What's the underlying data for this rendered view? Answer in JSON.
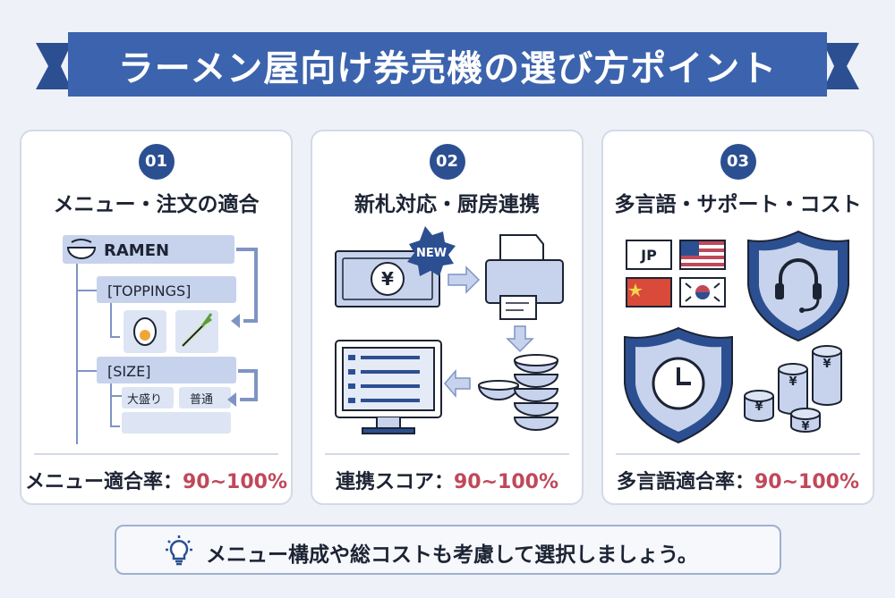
{
  "header": {
    "title": "ラーメン屋向け券売機の選び方ポイント"
  },
  "cards": [
    {
      "num": "01",
      "title": "メニュー・注文の適合",
      "score_label": "メニュー適合率：",
      "score_value": "90~100%",
      "tree": {
        "root": "RAMEN",
        "group1": "[TOPPINGS]",
        "group2": "[SIZE]",
        "size1": "大盛り",
        "size2": "普通"
      }
    },
    {
      "num": "02",
      "title": "新札対応・厨房連携",
      "score_label": "連携スコア：",
      "score_value": "90~100%",
      "badge": "NEW",
      "currency": "¥"
    },
    {
      "num": "03",
      "title": "多言語・サポート・コスト",
      "score_label": "多言語適合率：",
      "score_value": "90~100%",
      "lang_label": "JP",
      "coin_symbol": "¥"
    }
  ],
  "tip": {
    "text": "メニュー構成や総コストも考慮して選択しましょう。",
    "icon": "lightbulb-icon"
  },
  "colors": {
    "navy": "#2c4f92",
    "accent": "#c0485a",
    "pale": "#c7d3ec"
  }
}
